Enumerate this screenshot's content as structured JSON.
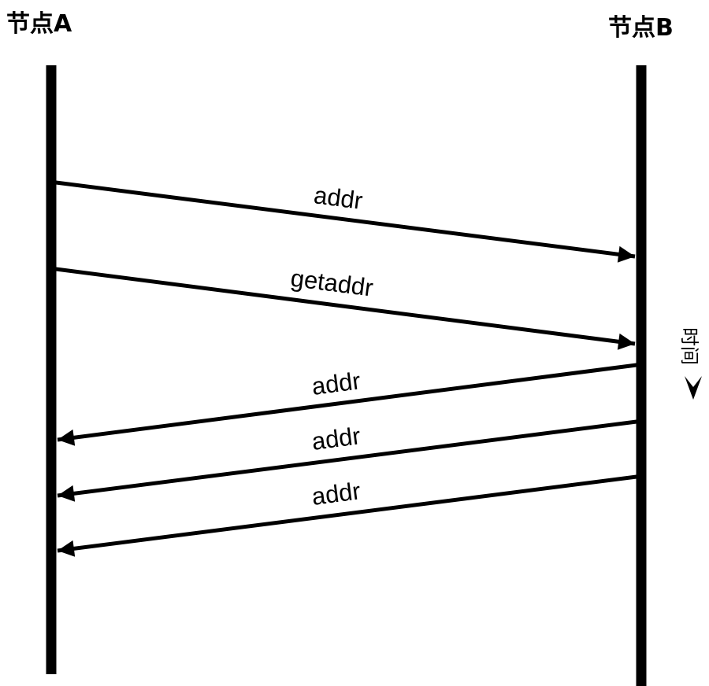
{
  "nodes": {
    "a": {
      "label": "节点A"
    },
    "b": {
      "label": "节点B"
    }
  },
  "messages": [
    {
      "label": "addr",
      "from": "a",
      "to": "b"
    },
    {
      "label": "getaddr",
      "from": "a",
      "to": "b"
    },
    {
      "label": "addr",
      "from": "b",
      "to": "a"
    },
    {
      "label": "addr",
      "from": "b",
      "to": "a"
    },
    {
      "label": "addr",
      "from": "b",
      "to": "a"
    }
  ],
  "time_axis": {
    "label": "时间",
    "direction": "down"
  },
  "colors": {
    "line": "#000000",
    "background": "#ffffff"
  }
}
